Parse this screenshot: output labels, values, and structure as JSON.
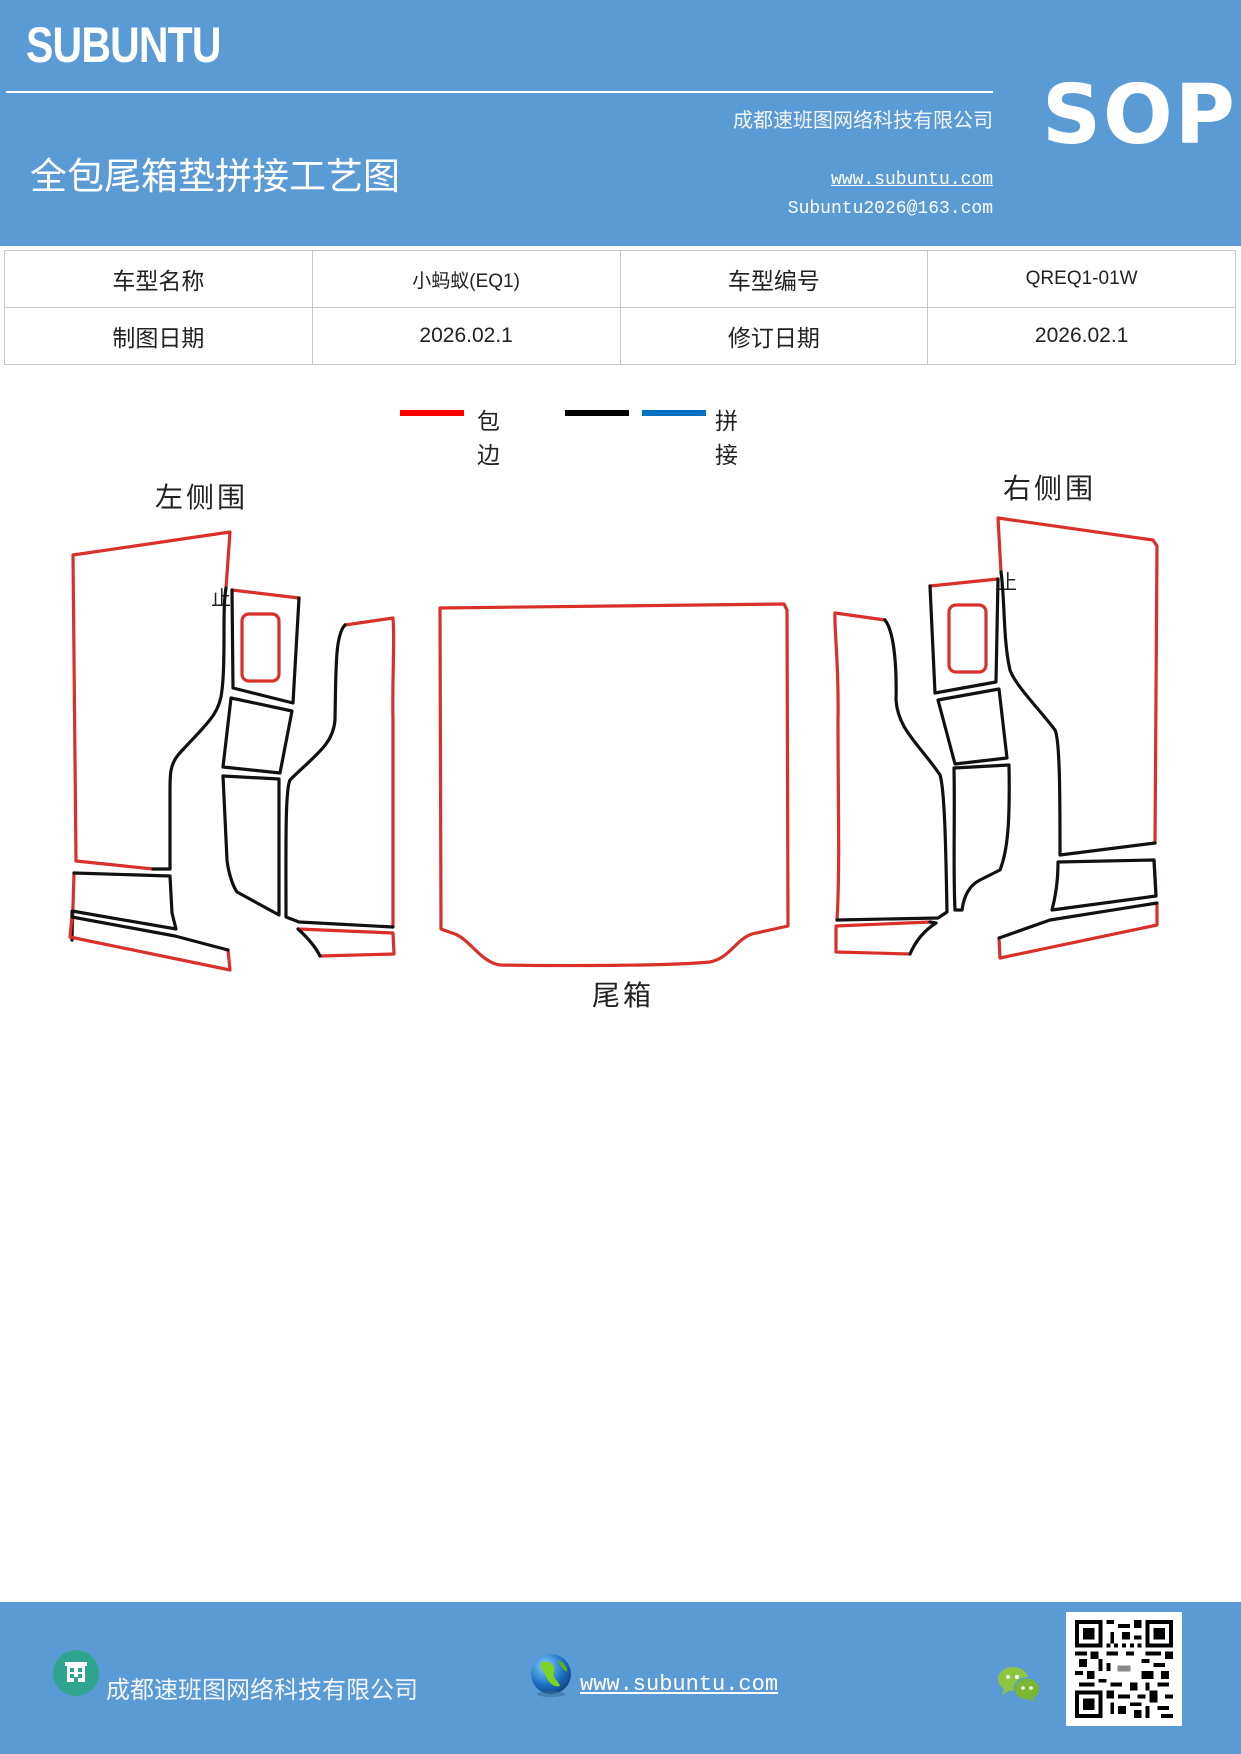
{
  "header": {
    "brand": "SUBUNTU",
    "company": "成都速班图网络科技有限公司",
    "title": "全包尾箱垫拼接工艺图",
    "website": "www.subuntu.com",
    "email": "Subuntu2026@163.com",
    "badge": "SOP",
    "background_color": "#5b9bd5"
  },
  "info_table": {
    "rows": [
      [
        {
          "label": "车型名称"
        },
        {
          "value": "小蚂蚁(EQ1)"
        },
        {
          "label": "车型编号"
        },
        {
          "value": "QREQ1-01W"
        }
      ],
      [
        {
          "label": "制图日期"
        },
        {
          "value": "2026.02.1"
        },
        {
          "label": "修订日期"
        },
        {
          "value": "2026.02.1"
        }
      ]
    ]
  },
  "legend": {
    "items": [
      {
        "label": "包边",
        "color": "#ff0000"
      },
      {
        "label": "",
        "color": "#000000"
      },
      {
        "label": "拼接",
        "color": "#0070c0"
      }
    ]
  },
  "diagram": {
    "parts": [
      {
        "label": "左侧围"
      },
      {
        "label": "尾箱"
      },
      {
        "label": "右侧围"
      }
    ],
    "stop_mark": "止",
    "edge_colors": {
      "binding": "#d9302a",
      "seam": "#111111"
    }
  },
  "footer": {
    "company": "成都速班图网络科技有限公司",
    "website": "www.subuntu.com",
    "icons": [
      "building-icon",
      "globe-icon",
      "wechat-icon",
      "qr-code"
    ]
  }
}
